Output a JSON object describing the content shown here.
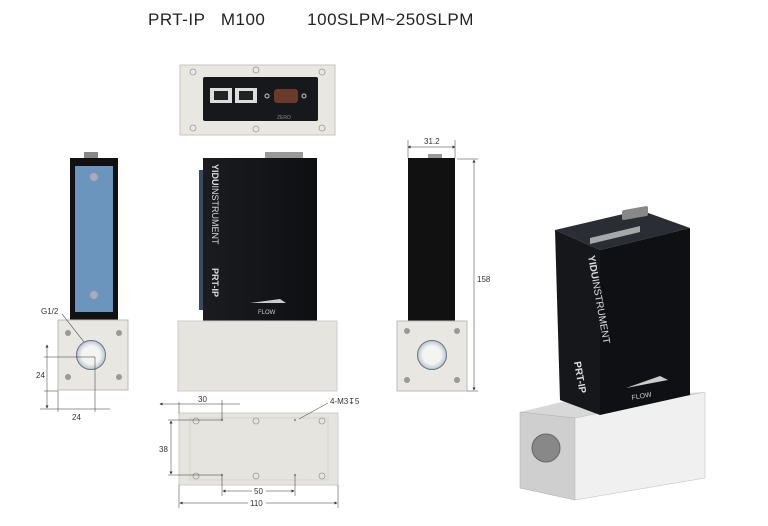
{
  "title": {
    "model": "PRT-IP",
    "series": "M100",
    "range": "100SLPM~250SLPM"
  },
  "device": {
    "brand_bold": "YIDU",
    "brand_light": "INSTRUMENT",
    "model": "PRT-IP",
    "flow_label": "FLOW",
    "zero_label": "ZERO"
  },
  "dimensions": {
    "thread": "G1/2",
    "side_height": "24",
    "side_width": "24",
    "top_width": "31.2",
    "total_height": "158",
    "hole_offset": "30",
    "mount_holes": "4-M3↧5",
    "mount_spacing_y": "38",
    "mount_spacing_x": "50",
    "base_length": "110"
  }
}
